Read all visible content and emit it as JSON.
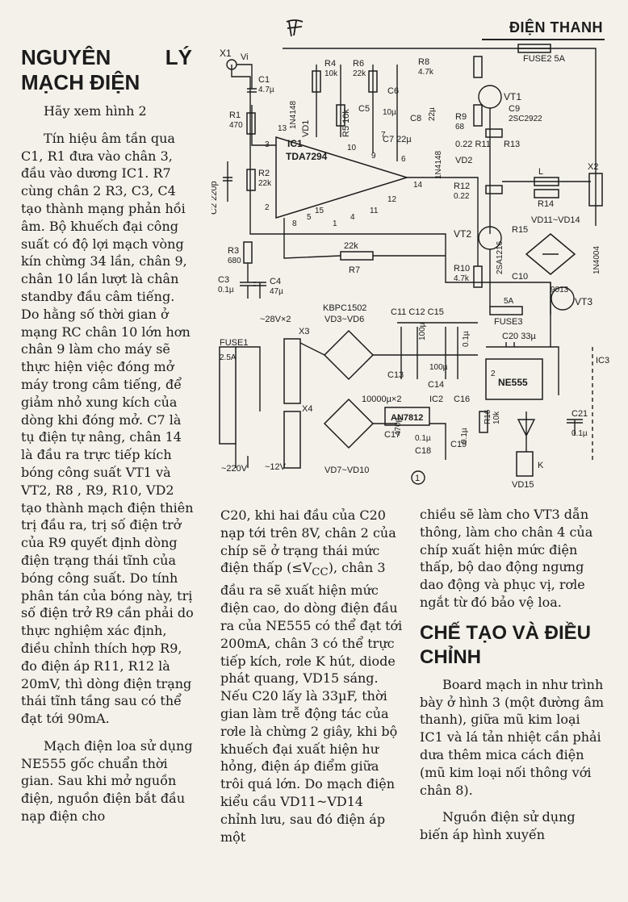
{
  "header": {
    "section": "ĐIỆN THANH"
  },
  "article": {
    "title_line1_left": "NGUYÊN",
    "title_line1_right": "LÝ",
    "title_line2": "MẠCH ĐIỆN",
    "intro": "Hãy xem hình 2",
    "p1": "Tín hiệu âm tần qua C1, R1 đưa vào chân 3, đầu vào dương IC1. R7 cùng chân 2 R3, C3, C4 tạo thành mạng phản hồi âm. Bộ khuếch đại công suất có độ lợi mạch vòng kín chừng 34 lần, chân 9, chân 10 lần lượt là chân standby đầu câm tiếng. Do hằng số thời gian ở mạng RC chân 10 lớn hơn chân 9 làm cho máy sẽ thực hiện việc đóng mở máy trong câm tiếng, để giảm nhỏ xung kích của dòng khi đóng mở. C7 là tụ điện tự nâng, chân 14 là đầu ra trực tiếp kích bóng công suất VT1 và VT2, R8 , R9, R10, VD2 tạo thành mạch điện thiên trị đầu ra, trị số điện trở của R9 quyết định dòng điện trạng thái tĩnh của bóng công suất. Do tính phân tán của bóng này, trị số điện trở R9 cần phải do thực nghiệm xác định, điều chỉnh thích hợp R9, đo điện áp R11, R12 là 20mV, thì dòng điện trạng thái tĩnh tầng sau có thể đạt tới 90mA.",
    "p2": "Mạch điện loa sử dụng NE555 gốc chuẩn thời gian. Sau khi mở nguồn điện, nguồn điện bắt đầu nạp điện cho",
    "col2_a": "C20, khi hai đầu của C20 nạp tới trên 8V, chân 2 của chíp sẽ ở trạng thái mức điện thấp (≤V",
    "col2_sub": "CC",
    "col2_b": "), chân 3 đầu ra sẽ xuất hiện mức điện cao, do dòng điện đầu ra của NE555 có thể đạt tới 200mA, chân 3 có thể trực tiếp kích, rơle K hút, diode phát quang, VD15 sáng. Nếu C20 lấy là 33µF, thời gian làm trễ động tác của rơle là chừng 2 giây, khi bộ khuếch đại xuất hiện hư hỏng, điện áp điểm giữa trôi quá lớn. Do mạch điện kiểu cầu VD11~VD14 chỉnh lưu, sau đó điện áp một",
    "col3_p": "chiều sẽ làm cho VT3 dẫn thông, làm cho chân 4 của chíp xuất hiện mức điện thấp, bộ dao động ngưng dao động và phục vị, rơle ngắt từ đó bảo vệ loa.",
    "heading2": "CHẾ TẠO VÀ ĐIỀU CHỈNH",
    "p3": "Board mạch in như trình bày ở hình 3 (một đường âm thanh), giữa mũ kim loại IC1 và lá tản nhiệt cần phải dưa thêm mica cách điện (mũ kim loại nối thông với chân 8).",
    "p4": "Nguồn điện sử dụng biến áp hình xuyến"
  },
  "schematic": {
    "ic1_name": "IC1",
    "ic1_part": "TDA7294",
    "ic2_name": "IC2",
    "ic2_part": "AN7812",
    "ic3_name": "IC3",
    "ne555": "NE555",
    "input_labels": [
      "X1",
      "Vi"
    ],
    "c1": "C1",
    "c1_val": "4.7µ",
    "r1": "R1",
    "r1_val": "470",
    "c2": "C2 220p",
    "r2": "R2",
    "r2_val": "22k",
    "r3": "R3",
    "r3_val": "680",
    "c3": "C3",
    "c3_val": "0.1µ",
    "c4": "C4",
    "c4_val": "47µ",
    "r4": "R4",
    "r4_val": "10k",
    "r5": "R5 10k",
    "r6": "R6",
    "r6_val": "22k",
    "r7": "R7",
    "r7_val": "22k",
    "r8": "R8",
    "r8_val": "4.7k",
    "r9": "R9",
    "r9_val": "68",
    "r10": "R10",
    "r10_val": "4.7k",
    "r11": "0.22 R11",
    "r12": "R12",
    "r12_val": "0.22",
    "r13": "R13",
    "r14": "R14",
    "r15": "R15",
    "r16": "R16",
    "r16_val": "10k",
    "c5": "C5",
    "c6": "C6",
    "c6_val": "10µ",
    "c7": "C7 22µ",
    "c8": "C8",
    "c8_val": "22µ",
    "c9": "C9",
    "c10": "C10",
    "c20": "C20 33µ",
    "c21": "C21",
    "c21_val": "0.1µ",
    "vd1": "VD1",
    "vd2": "VD2",
    "vd1_part": "1N4148",
    "vd2_part": "1N4148",
    "vt1": "VT1",
    "vt2": "VT2",
    "vt3": "VT3",
    "vt1_part": "2SC2922",
    "vt2_part": "2SA1216",
    "vt3_part": "9013",
    "fuse2": "FUSE2 5A",
    "fuse3": "FUSE3",
    "fuse3_val": "5A",
    "fuse1": "FUSE1",
    "fuse1_val": "2.5A",
    "inductor": "L",
    "x2": "X2",
    "x3": "X3",
    "x4": "X4",
    "bridge_vd11": "VD11~VD14",
    "bridge_part2": "1N4004",
    "relay_k": "K",
    "vd15": "VD15",
    "transformer1": "~28V×2",
    "transformer2": "~12V",
    "mains": "~220V",
    "kbpc": "KBPC1502",
    "vd3_6": "VD3~VD6",
    "vd7_10": "VD7~VD10",
    "c11_15": "C11 C12 C15",
    "c13": "C13",
    "c14": "C14",
    "c16": "C16",
    "c17": "C17",
    "c18": "C18",
    "c19": "C19",
    "c17_val": "470µ",
    "c18_val": "0.1µ",
    "c_big": "10000µ×2",
    "c12_val": "100µ",
    "c14_val": "100µ",
    "c15_val": "0.1µ",
    "figure_number": "1",
    "pins": [
      "3",
      "2",
      "13",
      "10",
      "9",
      "7",
      "6",
      "14",
      "15",
      "8",
      "1",
      "4",
      "11",
      "12",
      "5"
    ]
  },
  "colors": {
    "ink": "#1c1c1c",
    "paper": "#f4f1ea"
  }
}
